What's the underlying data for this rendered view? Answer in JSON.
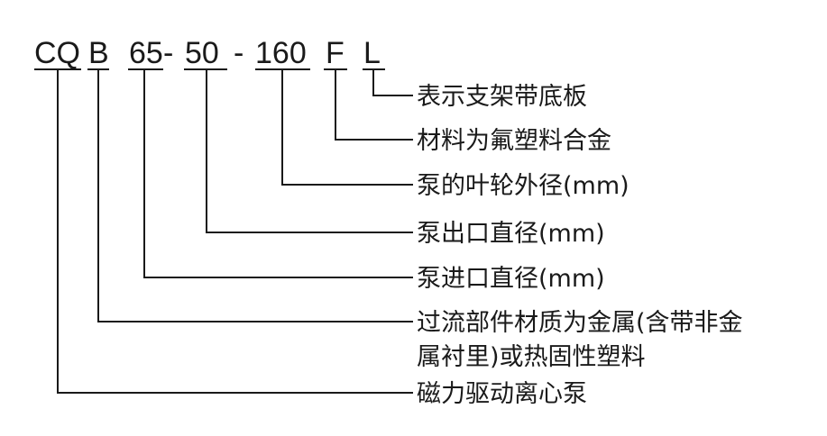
{
  "model_code": {
    "segments": [
      {
        "id": "cq",
        "text": "CQ"
      },
      {
        "id": "b",
        "text": "B"
      },
      {
        "id": "inlet",
        "text": "65"
      },
      {
        "id": "dash1",
        "text": "-"
      },
      {
        "id": "outlet",
        "text": "50"
      },
      {
        "id": "dash2",
        "text": "-"
      },
      {
        "id": "impeller",
        "text": "160"
      },
      {
        "id": "f",
        "text": "F"
      },
      {
        "id": "l",
        "text": "L"
      }
    ]
  },
  "explanations": {
    "l": "表示支架带底板",
    "f": "材料为氟塑料合金",
    "impeller": "泵的叶轮外径(mm)",
    "outlet": "泵出口直径(mm)",
    "inlet": "泵进口直径(mm)",
    "b_line1": "过流部件材质为金属(含带非金",
    "b_line2": "属衬里)或热固性塑料",
    "cq": "磁力驱动离心泵"
  }
}
